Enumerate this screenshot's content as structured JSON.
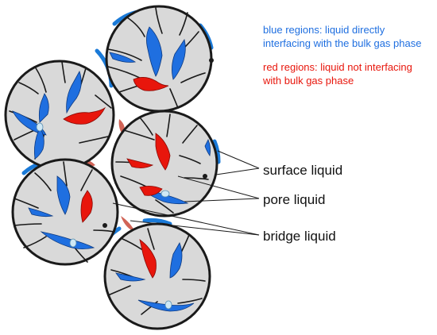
{
  "legend": {
    "blue_line1": "blue regions: liquid directly",
    "blue_line2": "interfacing with the bulk gas phase",
    "red_line1": "red regions: liquid not interfacing",
    "red_line2": "with bulk gas phase"
  },
  "labels": {
    "surface": "surface liquid",
    "pore": "pore liquid",
    "bridge": "bridge liquid"
  },
  "colors": {
    "blue": "#1f6fe0",
    "red": "#e8160c",
    "particle_fill": "#d9d9d9",
    "outline": "#1a1a1a",
    "surface_liquid": "#1a7ad8",
    "bridge_liquid": "#c94a3a"
  }
}
